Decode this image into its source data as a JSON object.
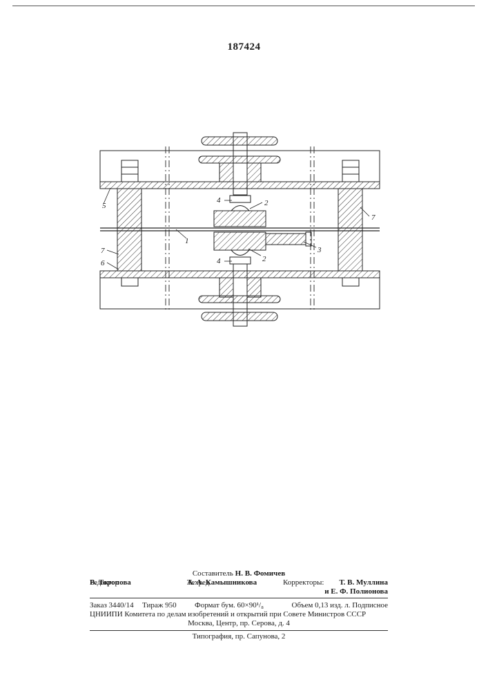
{
  "header": {
    "patent_number": "187424"
  },
  "drawing": {
    "part_labels": [
      "1",
      "2",
      "2",
      "3",
      "4",
      "4",
      "5",
      "6",
      "7",
      "7"
    ]
  },
  "imprint": {
    "compiler": {
      "label": "Составитель",
      "name": "Н. В. Фомичев"
    },
    "editor": {
      "label": "Редактор",
      "name": "В. Торопова"
    },
    "techred": {
      "label": "Техред",
      "name": "А. А. Камышникова"
    },
    "correctors": {
      "label": "Корректоры:",
      "name1": "Т. В. Муллина",
      "name2": "и Е. Ф. Полионова"
    },
    "order": "Заказ 3440/14",
    "tirazh": "Тираж 950",
    "format": "Формат бум. 60×90¹/₈",
    "volume": "Объем 0,13 изд. л. Подписное",
    "institute_line": "ЦНИИПИ Комитета по делам изобретений и открытий при Совете Министров СССР",
    "address_line": "Москва, Центр, пр. Серова, д. 4",
    "printer": "Типография, пр. Сапунова, 2"
  }
}
